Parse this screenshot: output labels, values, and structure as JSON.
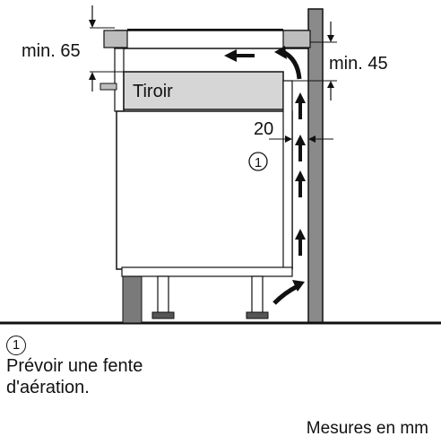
{
  "labels": {
    "min_top": "min. 65",
    "min_side": "min. 45",
    "drawer": "Tiroir",
    "gap": "20",
    "callout_number": "1"
  },
  "legend": {
    "number": "1",
    "line1": "Prévoir une fente",
    "line2": "d'aération."
  },
  "units_note": "Mesures en mm",
  "colors": {
    "line": "#111111",
    "wall": "#888888",
    "drawer_fill": "#d6d6d6",
    "hob_fill": "#cfcfcf",
    "cabinet_panel": "#ffffff"
  }
}
